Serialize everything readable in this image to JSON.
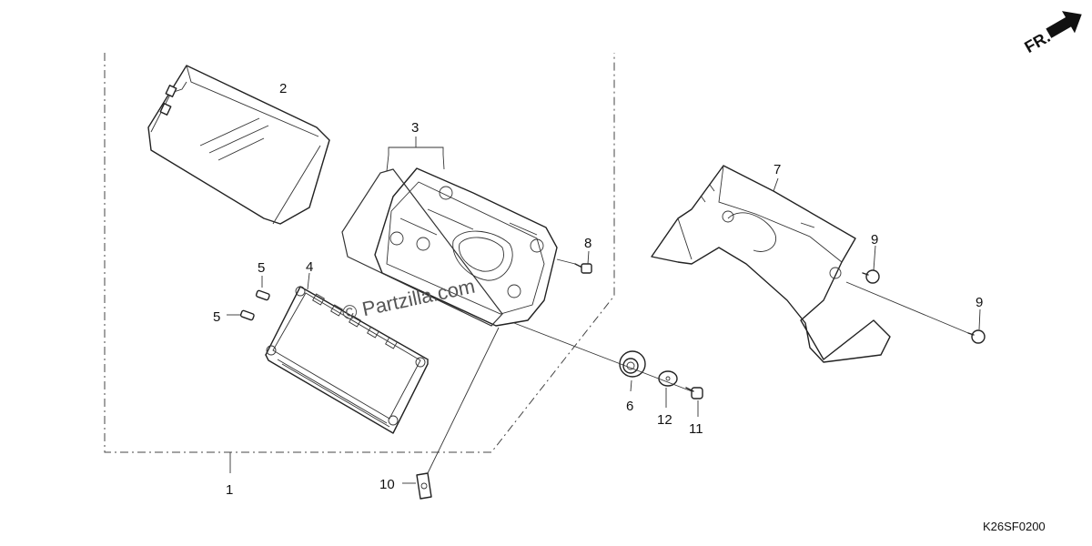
{
  "diagram": {
    "orientation_label": "FR.",
    "watermark": "© Partzilla.com",
    "drawing_code": "K26SF0200",
    "callouts": [
      {
        "id": "c1",
        "label": "1"
      },
      {
        "id": "c2",
        "label": "2"
      },
      {
        "id": "c3",
        "label": "3"
      },
      {
        "id": "c4",
        "label": "4"
      },
      {
        "id": "c5a",
        "label": "5"
      },
      {
        "id": "c5b",
        "label": "5"
      },
      {
        "id": "c6",
        "label": "6"
      },
      {
        "id": "c7",
        "label": "7"
      },
      {
        "id": "c8",
        "label": "8"
      },
      {
        "id": "c9a",
        "label": "9"
      },
      {
        "id": "c9b",
        "label": "9"
      },
      {
        "id": "c10",
        "label": "10"
      },
      {
        "id": "c11",
        "label": "11"
      },
      {
        "id": "c12",
        "label": "12"
      }
    ]
  },
  "colors": {
    "ink": "#222222",
    "background": "#ffffff"
  }
}
